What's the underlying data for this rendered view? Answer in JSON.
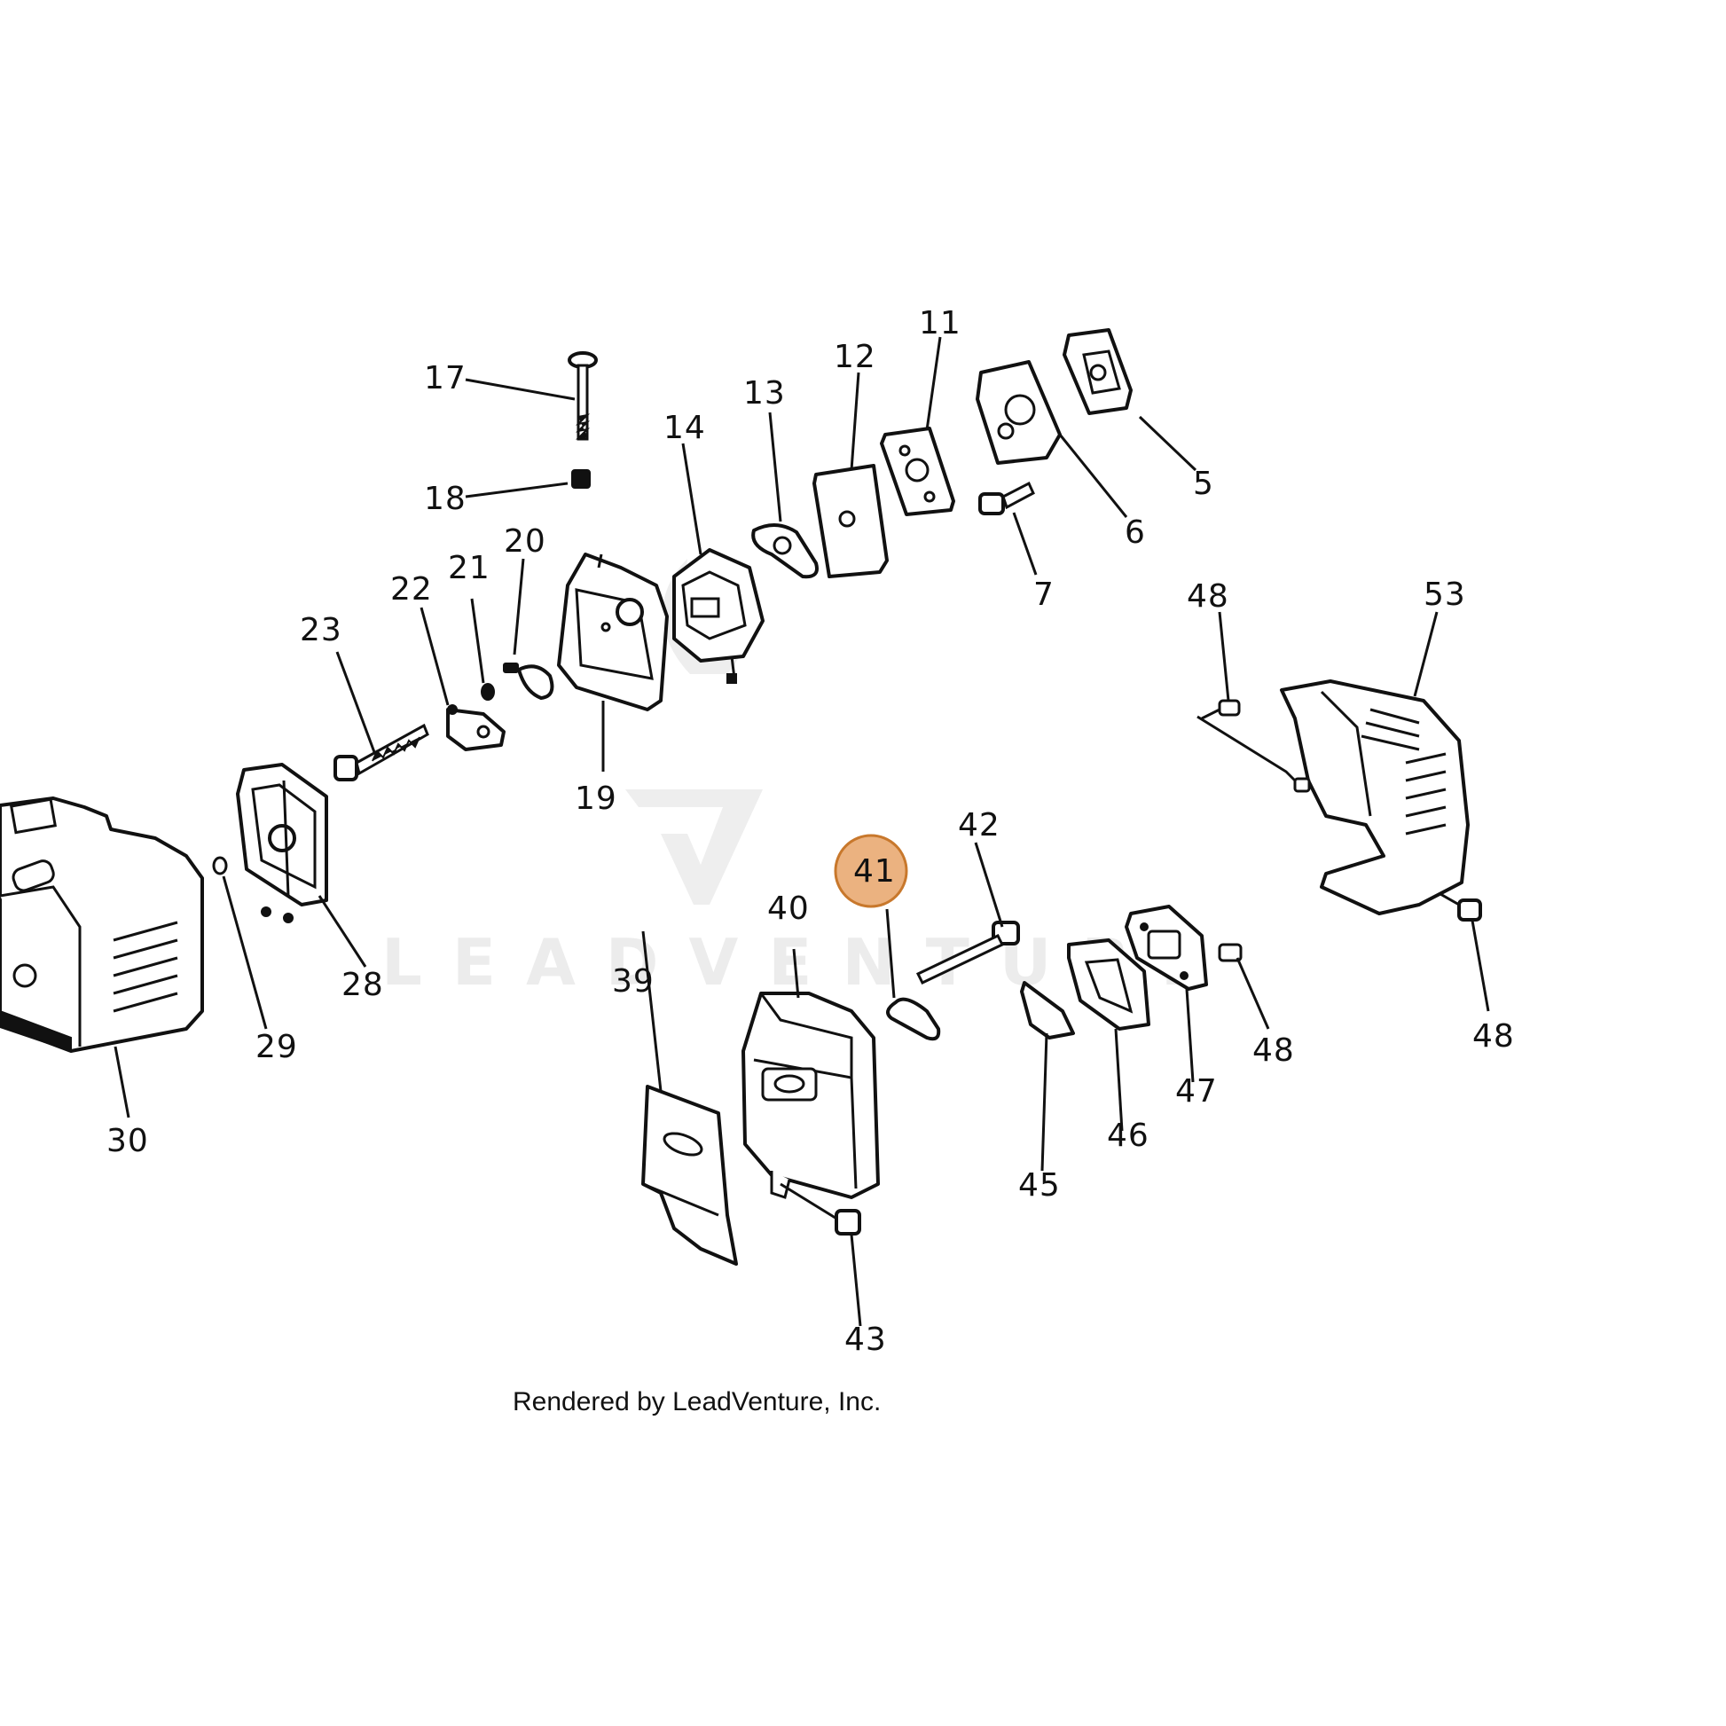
{
  "diagram": {
    "highlight": {
      "label": "41",
      "color": "#e8a46a",
      "ring_color": "#c8782c"
    },
    "watermark": {
      "text": "LEADVENTURE"
    },
    "caption": "Rendered by LeadVenture, Inc.",
    "callouts": {
      "c5": "5",
      "c6": "6",
      "c7": "7",
      "c11": "11",
      "c12": "12",
      "c13": "13",
      "c14": "14",
      "c17": "17",
      "c18": "18",
      "c19": "19",
      "c20": "20",
      "c21": "21",
      "c22": "22",
      "c23": "23",
      "c28": "28",
      "c29": "29",
      "c30": "30",
      "c39": "39",
      "c40": "40",
      "c41": "41",
      "c42": "42",
      "c43": "43",
      "c45": "45",
      "c46": "46",
      "c47": "47",
      "c48a": "48",
      "c48b": "48",
      "c48c": "48",
      "c53": "53"
    }
  }
}
